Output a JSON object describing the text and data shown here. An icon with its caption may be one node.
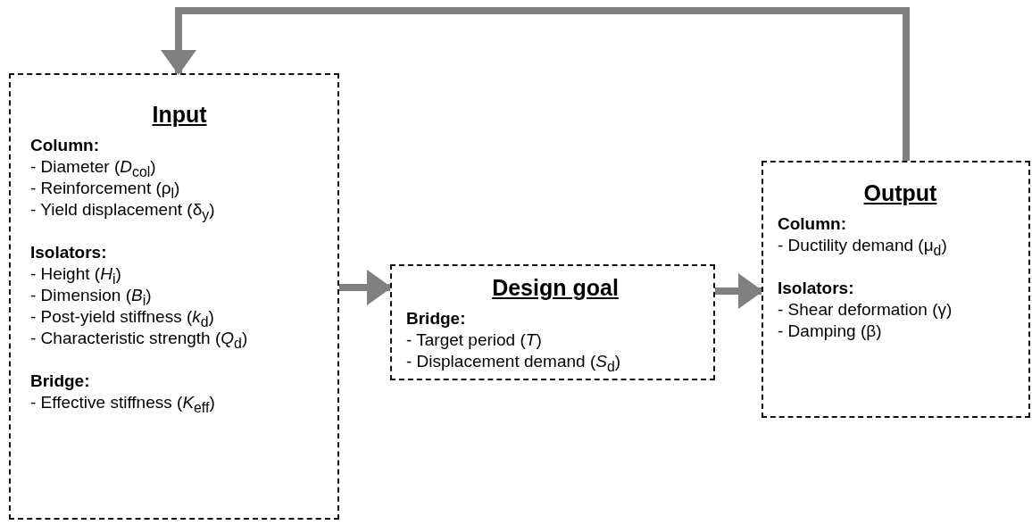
{
  "diagram": {
    "nodes": [
      {
        "text": [
          "Input",
          "Column:",
          "- Diameter (*D*$_{col}$)",
          "- Reinforcement (ρ$_{l}$)",
          "- Yield displacement (δ$_{y}$)",
          "Isolators:",
          "- Height (*H*$_{i}$)",
          "- Dimension (*B*$_{i}$)",
          "- Post-yield stiffness (*k*$_{d}$)",
          "- Characteristic strength (*Q*$_{d}$)",
          "Bridge:",
          "- Effective stiffness (*K*$_{eff}$)"
        ]
      },
      {
        "text": [
          "Design goal",
          "Bridge:",
          "- Target period (*T*)",
          "- Displacement demand (*S*$_{d}$)"
        ]
      },
      {
        "text": [
          "Output",
          "Column:",
          "- Ductility demand (μ$_{d}$)",
          "Isolators:",
          "- Shear deformation (γ)",
          "- Damping (β)"
        ]
      }
    ],
    "edges": [
      {
        "from": 0,
        "to": 1,
        "arrow": "to"
      },
      {
        "from": 1,
        "to": 2,
        "arrow": "to"
      },
      {
        "from": 2,
        "to": 0,
        "arrow": "to"
      }
    ]
  }
}
